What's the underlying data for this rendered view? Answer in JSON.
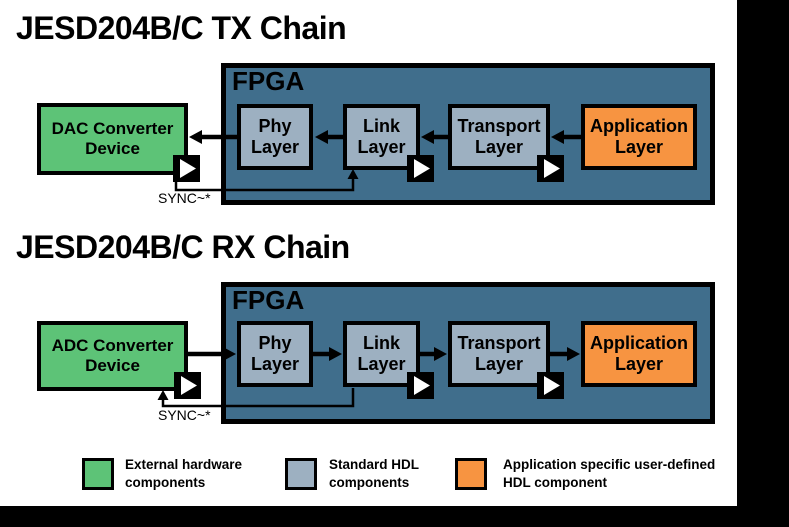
{
  "colors": {
    "background": "#000000",
    "sheet": "#ffffff",
    "fpga": "#406e8c",
    "hdl": "#9db0c1",
    "external": "#5dc377",
    "app": "#f79441",
    "border": "#000000",
    "text": "#000000"
  },
  "tx": {
    "title": "JESD204B/C TX Chain",
    "fpga_label": "FPGA",
    "converter_label": "DAC Converter\nDevice",
    "sync_label": "SYNC~*",
    "layers": [
      {
        "label": "Phy\nLayer",
        "type": "hdl"
      },
      {
        "label": "Link\nLayer",
        "type": "hdl"
      },
      {
        "label": "Transport\nLayer",
        "type": "hdl"
      },
      {
        "label": "Application\nLayer",
        "type": "app"
      }
    ]
  },
  "rx": {
    "title": "JESD204B/C RX Chain",
    "fpga_label": "FPGA",
    "converter_label": "ADC Converter\nDevice",
    "sync_label": "SYNC~*",
    "layers": [
      {
        "label": "Phy\nLayer",
        "type": "hdl"
      },
      {
        "label": "Link\nLayer",
        "type": "hdl"
      },
      {
        "label": "Transport\nLayer",
        "type": "hdl"
      },
      {
        "label": "Application\nLayer",
        "type": "app"
      }
    ]
  },
  "legend": {
    "items": [
      {
        "label": "External hardware\ncomponents",
        "color": "#5dc377"
      },
      {
        "label": "Standard HDL\ncomponents",
        "color": "#9db0c1"
      },
      {
        "label": "Application specific user-defined\nHDL component",
        "color": "#f79441"
      }
    ]
  }
}
